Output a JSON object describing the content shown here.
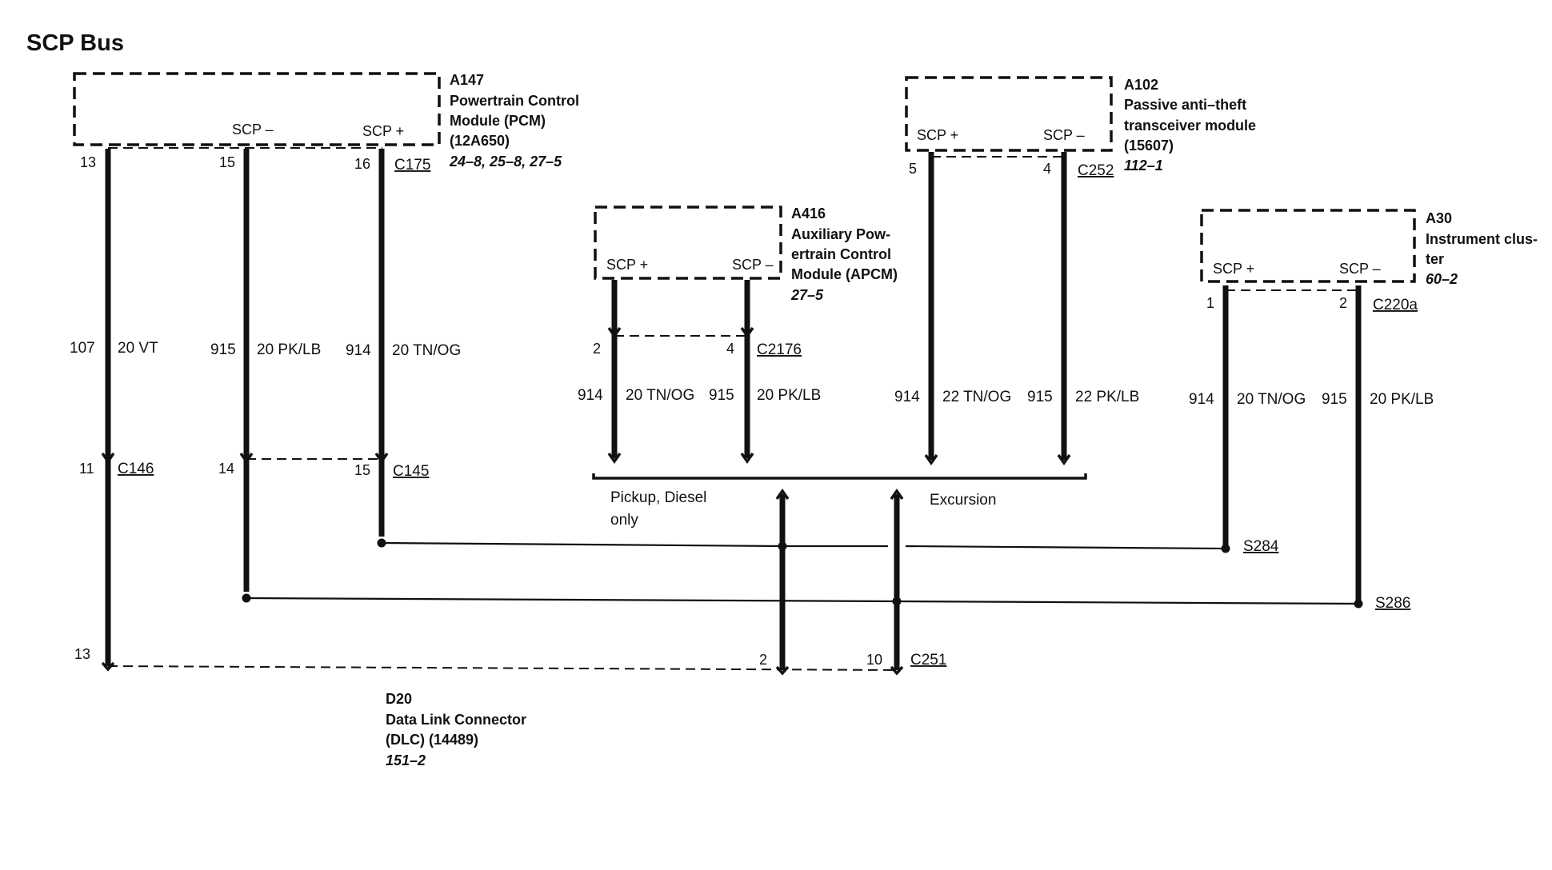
{
  "title": "SCP Bus",
  "modules": {
    "pcm": {
      "id": "A147",
      "name_l1": "Powertrain Control",
      "name_l2": "Module (PCM)",
      "name_l3": "(12A650)",
      "ref": "24–8, 25–8, 27–5",
      "pin_minus_label": "SCP –",
      "pin_plus_label": "SCP +",
      "pins": [
        "13",
        "15",
        "16"
      ],
      "connector": "C175"
    },
    "apcm": {
      "id": "A416",
      "name_l1": "Auxiliary Pow-",
      "name_l2": "ertrain Control",
      "name_l3": "Module (APCM)",
      "ref": "27–5",
      "pin_plus_label": "SCP +",
      "pin_minus_label": "SCP –",
      "pins": [
        "2",
        "4"
      ],
      "connector": "C2176"
    },
    "pats": {
      "id": "A102",
      "name_l1": "Passive anti–theft",
      "name_l2": "transceiver module",
      "name_l3": "(15607)",
      "ref": "112–1",
      "pin_plus_label": "SCP +",
      "pin_minus_label": "SCP –",
      "pins": [
        "5",
        "4"
      ],
      "connector": "C252"
    },
    "ic": {
      "id": "A30",
      "name_l1": "Instrument clus-",
      "name_l2": "ter",
      "ref": "60–2",
      "pin_plus_label": "SCP +",
      "pin_minus_label": "SCP –",
      "pins": [
        "1",
        "2"
      ],
      "connector": "C220a"
    },
    "dlc": {
      "id": "D20",
      "name_l1": "Data Link Connector",
      "name_l2": "(DLC) (14489)",
      "ref": "151–2",
      "pins": [
        "13",
        "2",
        "10"
      ],
      "connector": "C251"
    }
  },
  "wires": [
    {
      "circuit": "107",
      "spec": "20 VT"
    },
    {
      "circuit": "915",
      "spec": "20 PK/LB"
    },
    {
      "circuit": "914",
      "spec": "20 TN/OG"
    },
    {
      "circuit": "914",
      "spec": "20 TN/OG"
    },
    {
      "circuit": "915",
      "spec": "20 PK/LB"
    },
    {
      "circuit": "914",
      "spec": "22 TN/OG"
    },
    {
      "circuit": "915",
      "spec": "22 PK/LB"
    },
    {
      "circuit": "914",
      "spec": "20 TN/OG"
    },
    {
      "circuit": "915",
      "spec": "20 PK/LB"
    }
  ],
  "inline_connectors": {
    "c146": {
      "name": "C146",
      "pin": "11"
    },
    "c145": {
      "name": "C145",
      "pins": [
        "14",
        "15"
      ]
    }
  },
  "splices": [
    "S284",
    "S286"
  ],
  "notes": {
    "pickup": [
      "Pickup, Diesel",
      "only"
    ],
    "excursion": "Excursion"
  }
}
